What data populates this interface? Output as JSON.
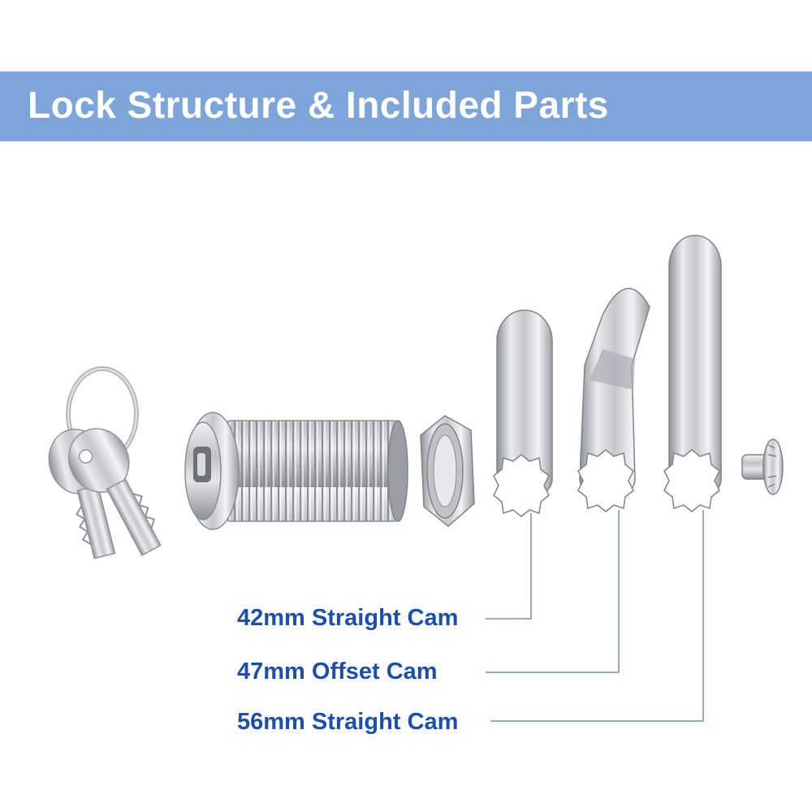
{
  "header": {
    "title": "Lock Structure & Included Parts",
    "band_color": "#7da5d9",
    "text_color": "#ffffff"
  },
  "parts": [
    {
      "icon": "keys-icon"
    },
    {
      "icon": "lock-cylinder-icon"
    },
    {
      "icon": "hex-nut-icon"
    },
    {
      "icon": "straight-cam-42-icon"
    },
    {
      "icon": "offset-cam-47-icon"
    },
    {
      "icon": "straight-cam-56-icon"
    },
    {
      "icon": "screw-icon"
    }
  ],
  "callouts": [
    {
      "label": "42mm Straight Cam"
    },
    {
      "label": "47mm Offset Cam"
    },
    {
      "label": "56mm Straight Cam"
    }
  ],
  "colors": {
    "label": "#1a4fb0",
    "leader_line": "#6b8fc7",
    "metal": "#c9ccd0"
  }
}
